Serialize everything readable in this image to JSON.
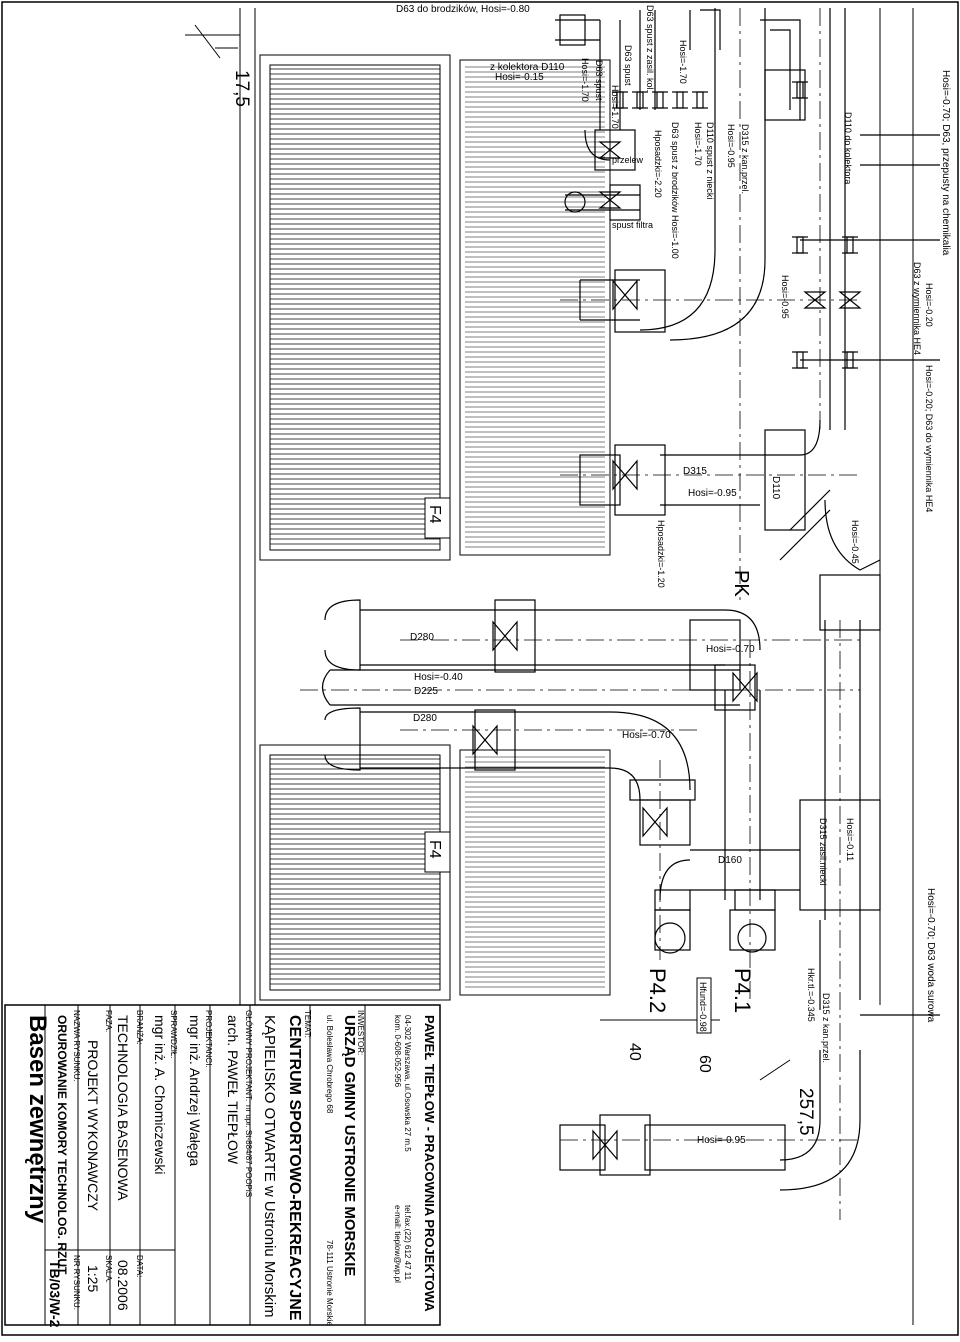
{
  "drawing": {
    "grid_marks": {
      "left": "17,5",
      "right": "257,5"
    },
    "dims": {
      "d40": "40",
      "d60": "60"
    },
    "zones": {
      "f4_top": "F4",
      "f4_bottom": "F4",
      "pk": "PK"
    },
    "pumps": {
      "p42": "P4.2",
      "p41": "P4.1"
    },
    "labels": {
      "d63_brodzikow": "D63 do brodzików, Hosi=-0.80",
      "z_kolektora_1": "z kolektora D110",
      "z_kolektora_2": "Hosi=-0.15",
      "d63_spust_z_zasil": "D63 spust z zasil. kol.",
      "hosi_170_a": "Hosi=-1.70",
      "d63_spust_a": "D63 spust",
      "d63_spust_b": "D63 spust",
      "hosi_170_b": "Hosi=-1.70",
      "hosi_170_c": "Hosi=-1.70",
      "przelew": "przelew",
      "hposadzki_220": "Hposadzki=-2.20",
      "spust_filtra": "spust filtra",
      "d63_spust_brodz": "D63 spust z brodzików Hosi=-1.00",
      "d110_spust_1": "D110 spust z niecki",
      "d110_spust_2": "Hosi=-1.70",
      "d315_kan_1": "D315 z kan.przel.",
      "d315_kan_2": "Hosi=-0.95",
      "d110_do_kolektora": "D110 do kolektora",
      "hosi_095_mid": "Hosi=-0.95",
      "right_top": "Hosi=-0.70; D63, przepusty na chemikalia",
      "hosi_020": "Hosi=-0.20",
      "d63_z_wymiennika": "D63 z wymiennika HE4",
      "hosi_020_d63": "Hosi=-0.20; D63 do wymiennika HE4",
      "d315": "D315",
      "d315_hosi": "Hosi=-0.95",
      "d110": "D110",
      "hposadzki_120": "Hposadzki=-1.20",
      "hosi_045": "Hosi=-0.45",
      "d280_a": "D280",
      "hosi_070_a": "Hosi=-0.70",
      "hosi_040": "Hosi=-0.40",
      "d225": "D225",
      "d280_b": "D280",
      "hosi_070_b": "Hosi=-0.70",
      "d160": "D160",
      "d315_zasil": "D315 zasil.niecki",
      "hosi_011": "Hosi=-0.11",
      "right_bottom": "Hosi=-0.70; D63 woda surowa",
      "hkr": "Hkr.tl.=-0.345",
      "hfund": "Hfund=-0.98",
      "d315_kan_przel": "D315 z kan.przel.",
      "hosi_095_bottom": "Hosi=-0.95"
    }
  },
  "title_block": {
    "firm": "PAWEŁ TIEPŁOW - PRACOWNIA PROJEKTOWA",
    "address": "04-302 Warszawa,      ul.Osowska 27 m.5",
    "tel": "tel.fax.(22) 612 47 11",
    "kom": "kom. 0-608-052-956",
    "email": "e-mail: tieplow@wp.pl",
    "investor_label": "INWESTOR:",
    "investor": "URZĄD GMINY USTRONIE MORSKIE",
    "investor_addr": "ul. Bolesława Chrobrego 68",
    "investor_city": "78-111 Ustronie Morskie",
    "topic_label": "TEMAT:",
    "topic": "CENTRUM SPORTOWO-REKREACYJNE",
    "topic_sub": "KĄPIELISKO OTWARTE  w  Ustroniu  Morskim",
    "chief_label": "GŁÓWNY PROJEKTANT:",
    "chief_perm": "nr upr. St-884/87  POOPiS",
    "chief": "arch. PAWEŁ TIEPŁOW",
    "designers_label": "PROJEKTANCI:",
    "designer": "mgr inż. Andrzej Wałęga",
    "checked_label": "SPRAWDZIŁ:",
    "checker": "mgr inż. A. Chomiczewski",
    "branch_label": "BRANŻA:",
    "branch": "TECHNOLOGIA BASENOWA",
    "date_label": "DATA:",
    "date": "08.2006",
    "phase_label": "FAZA:",
    "phase": "PROJEKT WYKONAWCZY",
    "scale_label": "SKALA:",
    "scale": "1:25",
    "name_label": "NAZWA RYSUNKU:",
    "name_1": "ORUROWANIE KOMORY TECHNOLOG.   RZUT",
    "name_2": "Basen zewnętrzny",
    "nr_label": "NR RYSUNKU:",
    "nr": "TB/03/W-2"
  }
}
